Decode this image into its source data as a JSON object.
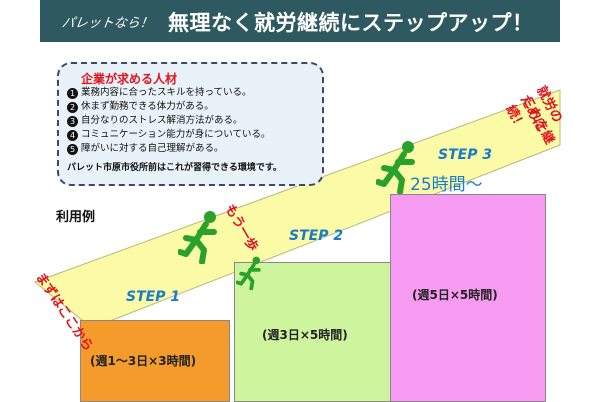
{
  "header": {
    "prefix": "パレットなら！",
    "title": "無理なく就労継続にステップアップ！"
  },
  "info_box": {
    "title": "企業が求める人材",
    "items": [
      {
        "num": "1",
        "text": "業務内容に合ったスキルを持っている。"
      },
      {
        "num": "2",
        "text": "休まず勤務できる体力がある。"
      },
      {
        "num": "3",
        "text": "自分なりのストレス解消方法がある。"
      },
      {
        "num": "4",
        "text": "コミュニケーション能力が身についている。"
      },
      {
        "num": "5",
        "text": "障がいに対する自己理解がある。"
      }
    ],
    "footer": "パレット市原市役所前はこれが習得できる環境です。"
  },
  "usage_label": "利用例",
  "diagonal_texts": {
    "start": "まずはここから",
    "more": "もう一歩",
    "continue_line1": "就労のために",
    "continue_line2": "これを継続！"
  },
  "steps": [
    {
      "label": "STEP 1",
      "schedule": "(週1〜3日×3時間)"
    },
    {
      "label": "STEP 2",
      "schedule": "(週3日×5時間)"
    },
    {
      "label": "STEP 3",
      "schedule": "(週5日×5時間)",
      "duration": "25時間〜"
    }
  ],
  "colors": {
    "header_bg": "#2f5960",
    "step1": "#f59b2c",
    "step2": "#cef59e",
    "step3": "#f79af2",
    "wedge": "#fbfaa6",
    "accent_red": "#e0141e",
    "accent_blue": "#1a7bc9",
    "runner_green": "#2aa12a"
  },
  "icons": [
    "runner-icon",
    "runner-icon",
    "runner-icon"
  ]
}
